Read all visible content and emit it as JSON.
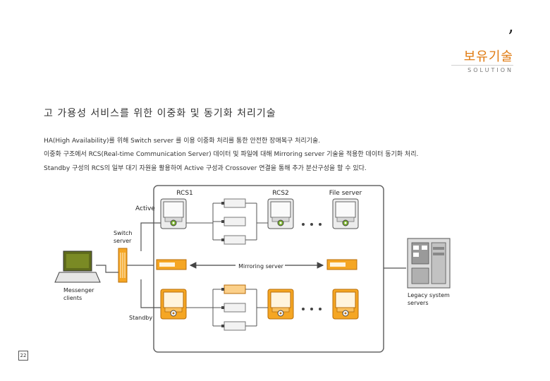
{
  "header": {
    "mark": "’",
    "title": "보유기술",
    "subtitle": "SOLUTION"
  },
  "heading": "고 가용성 서비스를 위한 이중화 및 동기화 처리기술",
  "body_lines": [
    "HA(High Availability)를 위해 Switch server 를 이용 이중화 처리를 통한 안전한 장애복구 처리기술.",
    "이중화 구조에서 RCS(Real-time Communication Server) 데이터 및 파일에 대해 Mirroring server 기술을 적용한 데이터 동기화 처리.",
    "Standby 구성의 RCS의 일부 대기 자원을 활용하여 Active 구성과 Crossover 연결을 통해 추가 분산구성을 할 수 있다."
  ],
  "diagram": {
    "labels": {
      "rcs1": "RCS1",
      "rcs2": "RCS2",
      "file_server": "File server",
      "active": "Active",
      "switch_server": [
        "Switch",
        "server"
      ],
      "mirroring_server": "Mirroring server",
      "messenger_clients": [
        "Messenger",
        "clients"
      ],
      "standby": "Standby",
      "legacy": [
        "Legacy system",
        "servers"
      ]
    },
    "colors": {
      "active_server": "#ececec",
      "standby_server": "#f5a623",
      "connection_line": "#555555",
      "mirroring_arrow": "#444444",
      "laptop": "#5f6b1c"
    }
  },
  "page_number": "22"
}
